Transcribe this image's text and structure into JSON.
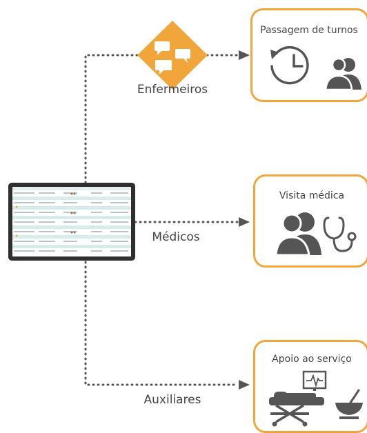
{
  "roles": {
    "nurses": "Enfermeiros",
    "doctors": "Médicos",
    "assistants": "Auxiliares"
  },
  "cards": {
    "handover": "Passagem de turnos",
    "rounds": "Visita médica",
    "support": "Apoio ao serviço"
  },
  "colors": {
    "accent": "#F0A63A",
    "icon": "#555555",
    "connector": "#555555",
    "text": "#444444"
  },
  "icons": {
    "chat": "chat-bubbles-icon",
    "clock": "clock-history-icon",
    "people": "people-icon",
    "stethoscope": "stethoscope-icon",
    "bed": "hospital-bed-icon",
    "monitor": "heart-monitor-icon",
    "bowl": "food-bowl-icon"
  }
}
